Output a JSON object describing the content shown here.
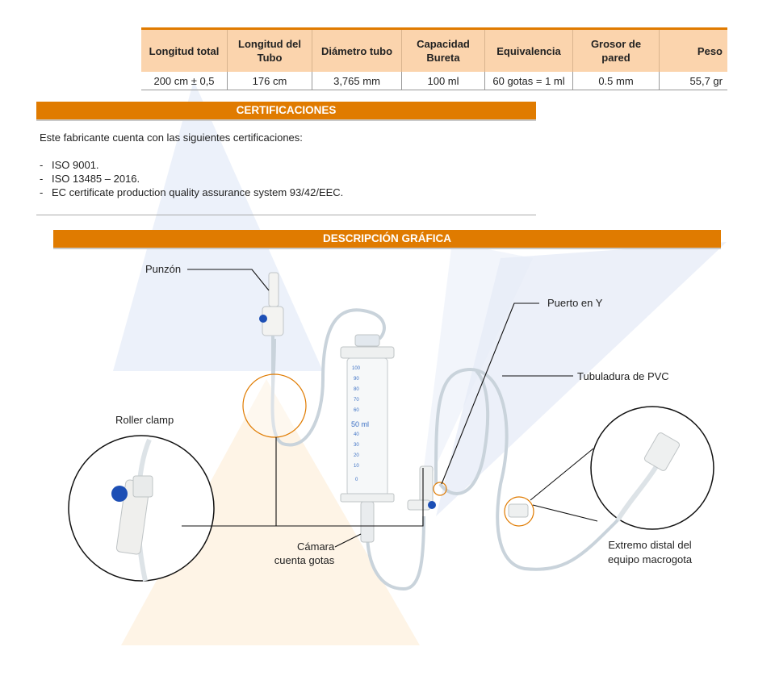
{
  "specs": {
    "headers": [
      "Longitud total",
      "Longitud del Tubo",
      "Diámetro tubo",
      "Capacidad Bureta",
      "Equivalencia",
      "Grosor de pared",
      "Peso"
    ],
    "values": [
      "200 cm ± 0,5",
      "176 cm",
      "3,765 mm",
      "100 ml",
      "60 gotas = 1 ml",
      "0.5 mm",
      "55,7 gr"
    ]
  },
  "certifications": {
    "title": "CERTIFICACIONES",
    "intro": "Este fabricante cuenta con las siguientes certificaciones:",
    "items": [
      "ISO 9001.",
      "ISO 13485 – 2016.",
      "EC certificate production quality assurance system 93/42/EEC."
    ]
  },
  "description": {
    "title": "DESCRIPCIÓN GRÁFICA",
    "labels": {
      "punzon": "Punzón",
      "roller": "Roller clamp",
      "camara_1": "Cámara",
      "camara_2": "cuenta gotas",
      "puerto": "Puerto en Y",
      "tubuladura": "Tubuladura de PVC",
      "extremo_1": "Extremo distal del",
      "extremo_2": "equipo macrogota"
    },
    "scale": {
      "tick_labels": [
        "100",
        "90",
        "80",
        "70",
        "60",
        "40",
        "30",
        "20",
        "10",
        "0"
      ],
      "mid_label": "50 ml"
    }
  },
  "colors": {
    "accent": "#e07b00",
    "header_fill": "#fbd4ad",
    "clamp_blue": "#1d4fb5",
    "scale_blue": "#3a6fc4"
  }
}
